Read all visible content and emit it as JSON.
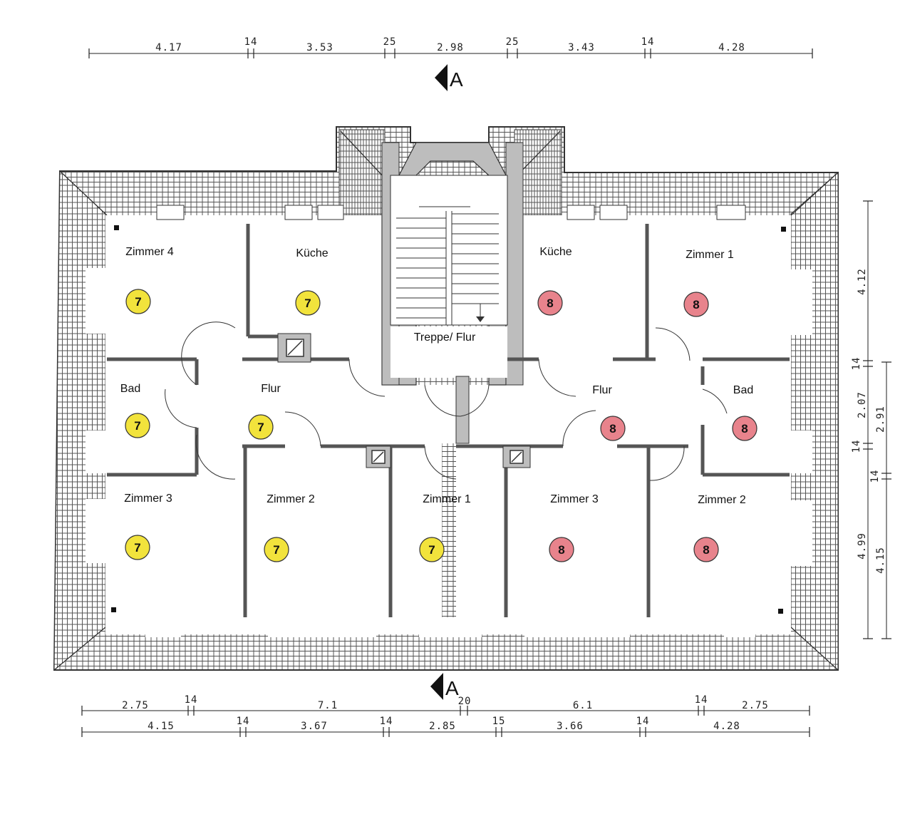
{
  "dimensions": {
    "top": [
      "4.17",
      "14",
      "3.53",
      "25",
      "2.98",
      "25",
      "3.43",
      "14",
      "4.28"
    ],
    "bottom_row1": [
      "2.75",
      "14",
      "7.1",
      "20",
      "6.1",
      "14",
      "2.75"
    ],
    "bottom_row2": [
      "4.15",
      "14",
      "3.67",
      "14",
      "2.85",
      "15",
      "3.66",
      "14",
      "4.28"
    ],
    "right_outer": [
      "4.12",
      "14",
      "2.07",
      "14",
      "4.99"
    ],
    "right_inner": [
      "2.91",
      "14",
      "4.15"
    ]
  },
  "section_marker": "A",
  "rooms": {
    "zimmer4_left": "Zimmer 4",
    "kueche_left": "Küche",
    "kueche_right": "Küche",
    "zimmer1_right": "Zimmer 1",
    "treppe": "Treppe/ Flur",
    "bad_left": "Bad",
    "flur_left": "Flur",
    "flur_right": "Flur",
    "bad_right": "Bad",
    "zimmer3_left": "Zimmer 3",
    "zimmer2_left": "Zimmer 2",
    "zimmer1_mid": "Zimmer 1",
    "zimmer3_right": "Zimmer 3",
    "zimmer2_right": "Zimmer 2"
  },
  "badges": {
    "zimmer4_left": "7",
    "kueche_left": "7",
    "bad_left": "7",
    "flur_left": "7",
    "zimmer3_left": "7",
    "zimmer2_left": "7",
    "zimmer1_mid": "7",
    "kueche_right": "8",
    "zimmer1_right": "8",
    "flur_right": "8",
    "bad_right": "8",
    "zimmer3_right": "8",
    "zimmer2_right": "8"
  },
  "colors": {
    "unit7": "#f2e33c",
    "unit8": "#e8838c",
    "wall": "#555555",
    "stair_fill": "#bdbdbd",
    "roof_hatch": "#444444"
  }
}
